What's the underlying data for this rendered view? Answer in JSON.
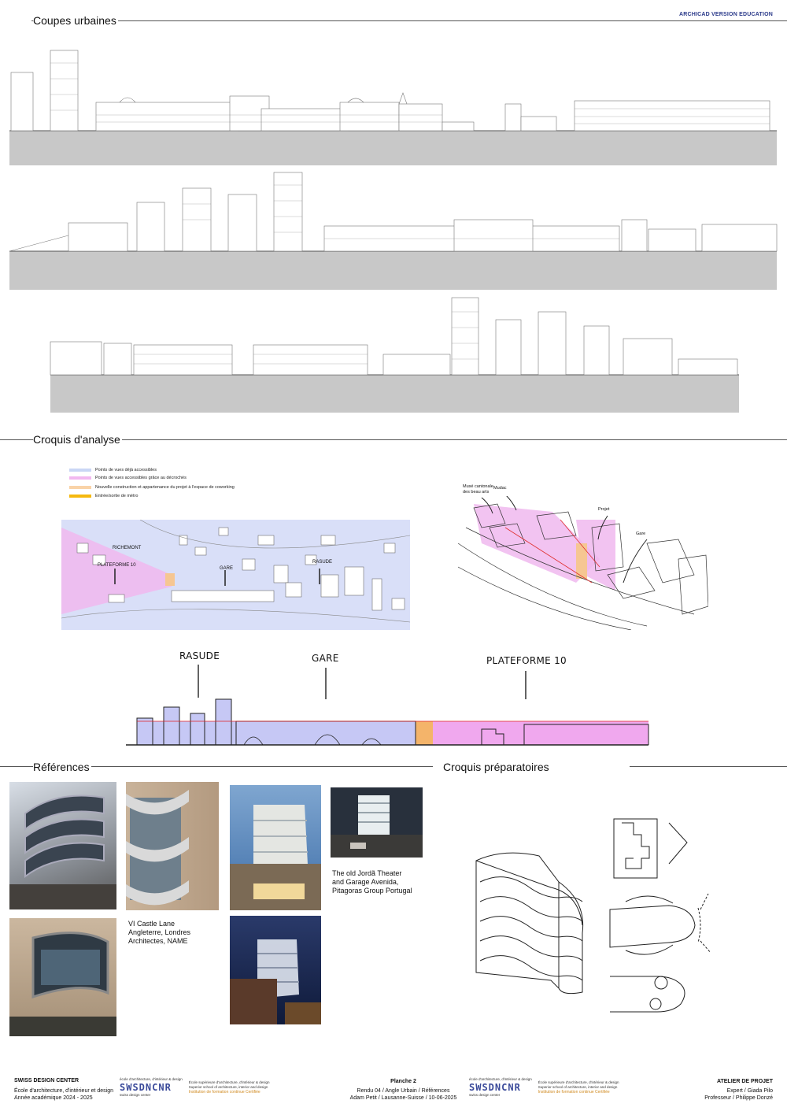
{
  "header": {
    "brand": "ARCHICAD VERSION EDUCATION"
  },
  "sections": {
    "coupes": "Coupes urbaines",
    "croquis_analyse": "Croquis d'analyse",
    "references": "Références",
    "croquis_prep": "Croquis préparatoires"
  },
  "legend": [
    {
      "label": "Points de vues déjà accessibles",
      "color": "#c9d6f5"
    },
    {
      "label": "Points de vues accessibles grâce au décrochés",
      "color": "#f2b8f0"
    },
    {
      "label": "Nouvelle construction et appartenance du projet à l'espace de coworking",
      "color": "#f9d3a8"
    },
    {
      "label": "Entrée/sortie de métro",
      "color": "#f5b90f"
    }
  ],
  "map_labels": {
    "richemont": "RICHEMONT",
    "plateforme": "PLATEFORME 10",
    "gare": "GARE",
    "rasude": "RASUDE"
  },
  "axo_labels": {
    "musee": "Musé cantonale des beau arts",
    "mudac": "Mudac",
    "projet": "Projet",
    "gare": "Gare"
  },
  "diagram_labels": {
    "rasude": "RASUDE",
    "gare": "GARE",
    "plateforme": "PLATEFORME 10"
  },
  "captions": {
    "castle": "VI Castle Lane Angleterre, Londres Architectes, NAME",
    "jorda": "The old Jordã Theater and Garage Avenida, Pitagoras Group Portugal"
  },
  "footer": {
    "school": "SWISS DESIGN CENTER",
    "school_line2": "École d'architecture, d'intérieur et design",
    "school_line3": "Année académique  2024 - 2025",
    "logo_top": "école d'architecture, d'intérieur & design",
    "logo_name": "SWSDNCNR",
    "logo_sub": "swiss design center",
    "logo_desc1": "École supérieure d'architecture, d'intérieur & design",
    "logo_desc2": "Superior school of architecture, interior and design",
    "logo_desc3": "Institution de formation continue Certifiée",
    "planche": "Planche  2",
    "rendu": "Rendu 04  /  Angle Urbain  /  Références",
    "author": "Adam Petit  / Lausanne-Suisse / 10-06-2025",
    "atelier": "ATELIER DE PROJET",
    "expert": "Expert / Giada Pilo",
    "prof": "Professeur / Philippe Donzé"
  }
}
